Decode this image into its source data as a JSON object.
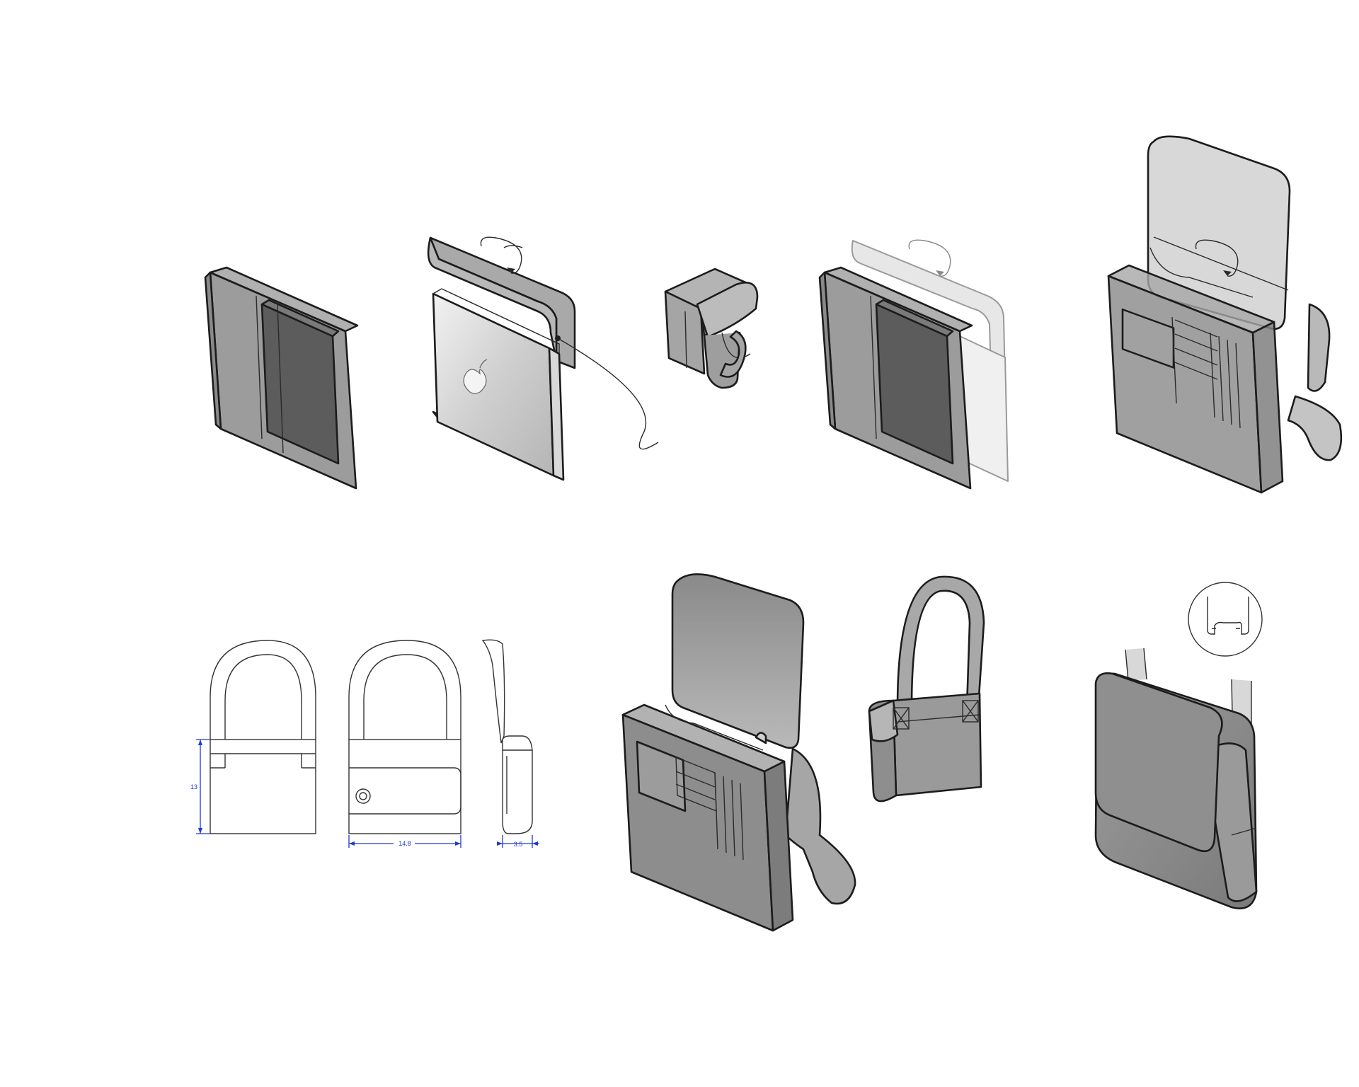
{
  "sheet": {
    "background": "#ffffff",
    "ink_color": "#1c1c1c",
    "dimension_color": "#2038d0",
    "fill_light": "#bdbdbd",
    "fill_mid": "#9a9a9a",
    "fill_dark": "#5f5f5f"
  },
  "dimensions": {
    "height": "13",
    "width": "14.8",
    "depth": "3.5"
  },
  "icons": {
    "laptop_logo": "apple-icon",
    "rotation_arrows": "rotate-arrow-icon",
    "detail_callout": "circle-detail-icon"
  }
}
